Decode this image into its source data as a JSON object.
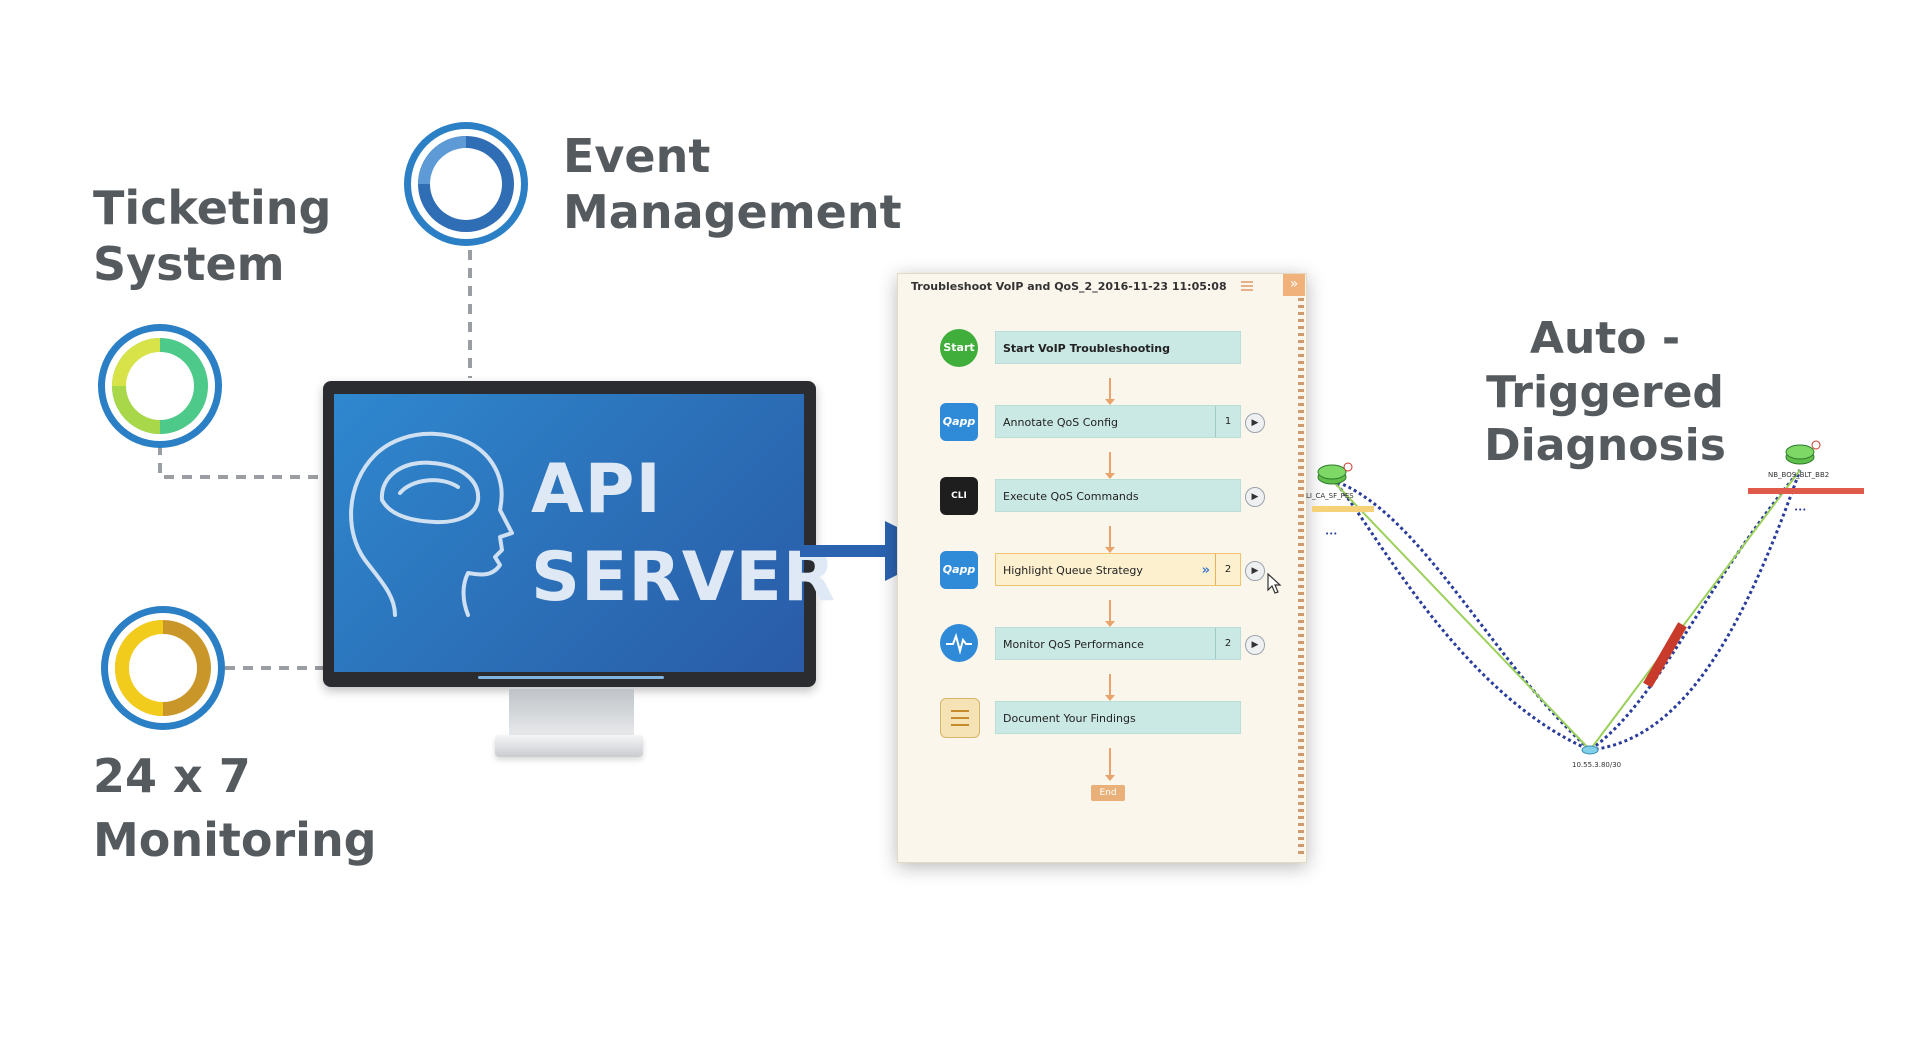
{
  "labels": {
    "ticketing_line1": "Ticketing",
    "ticketing_line2": "System",
    "event_line1": "Event",
    "event_line2": "Management",
    "monitoring_line1": "24 x 7",
    "monitoring_line2": "Monitoring",
    "auto_line1": "Auto - Triggered",
    "auto_line2": "Diagnosis"
  },
  "monitor": {
    "line1": "API",
    "line2": "SERVER"
  },
  "workflow": {
    "title": "Troubleshoot VoIP and QoS_2_2016-11-23 11:05:08",
    "chevron": "⌄",
    "collapse": "»",
    "steps": [
      {
        "icon": "Start",
        "label": "Start VoIP Troubleshooting",
        "count": ""
      },
      {
        "icon": "Qapp",
        "label": "Annotate QoS Config",
        "count": "1"
      },
      {
        "icon": "CLI",
        "label": "Execute QoS Commands",
        "count": ""
      },
      {
        "icon": "Qapp",
        "label": "Highlight Queue Strategy",
        "count": "2"
      },
      {
        "icon": "pulse",
        "label": "Monitor QoS Performance",
        "count": "2"
      },
      {
        "icon": "list",
        "label": "Document Your Findings",
        "count": ""
      }
    ],
    "end": "End"
  },
  "map": {
    "left_node": "LI_CA_SF_PES",
    "right_node": "NB_BOS_BLT_BB2",
    "bottom_node": "10.55.3.80/30",
    "ellipsis": "•••"
  },
  "colors": {
    "ring_blue": "#2b7fc4",
    "monitor_screen": "#2b6fb7",
    "arrow_blue": "#2b63b0",
    "connector_gray": "#9a9ea2",
    "label_gray": "#555a5e"
  }
}
